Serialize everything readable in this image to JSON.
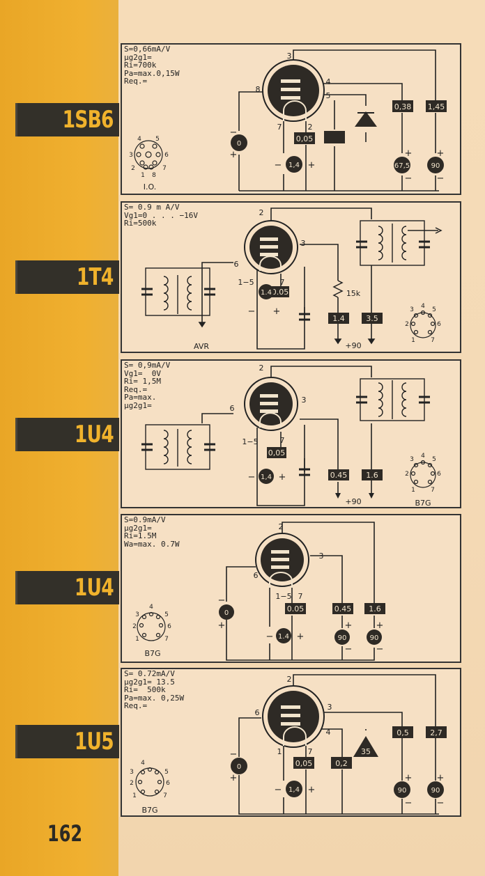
{
  "page_number": "162",
  "tubes": [
    {
      "name": "1SB6",
      "specs": [
        "S=0,66mA/V",
        "μg2g1=",
        "Ri=700k",
        "Pa=max.0,15W",
        "Req.="
      ],
      "pins": {
        "plate": "3",
        "grid2": "4",
        "grid3": "5",
        "grid1": "8",
        "fil_a": "7",
        "fil_b": "2"
      },
      "boxes": [
        "0,05",
        "0,38",
        "1,45"
      ],
      "circles": [
        "0",
        "1,4",
        "67,5",
        "90"
      ],
      "socket_pins": [
        "4",
        "5",
        "3",
        "6",
        "2",
        "7",
        "1",
        "8"
      ],
      "socket_label": "I.O."
    },
    {
      "name": "1T4",
      "specs": [
        "S= 0.9 m A/V",
        "Vg1=0 . . . −16V",
        "Ri=500k"
      ],
      "pins": {
        "plate": "2",
        "grid2": "3",
        "grid1": "6",
        "fil": "1−5",
        "fil_b": "7"
      },
      "boxes": [
        "0.05",
        "1.4",
        "3.5"
      ],
      "circles": [
        "1.4"
      ],
      "labels": {
        "resistor": "15k",
        "avr": "AVR",
        "supply": "+90"
      },
      "socket_pins": [
        "3",
        "4",
        "5",
        "2",
        "6",
        "1",
        "7"
      ]
    },
    {
      "name": "1U4",
      "specs": [
        "S= 0,9mA/V",
        "Vg1=  0V",
        "Ri= 1,5M",
        "Req.=",
        "Pa=max.",
        "μg2g1="
      ],
      "pins": {
        "plate": "2",
        "grid2": "3",
        "grid1": "6",
        "fil": "1−5",
        "fil_b": "7"
      },
      "boxes": [
        "0,05",
        "0.45",
        "1.6"
      ],
      "circles": [
        "1,4"
      ],
      "labels": {
        "supply": "+90"
      },
      "socket_pins": [
        "3",
        "4",
        "5",
        "2",
        "6",
        "1",
        "7"
      ],
      "socket_label": "B7G"
    },
    {
      "name": "1U4",
      "specs": [
        "S=0.9mA/V",
        "μg2g1=",
        "Ri=1.5M",
        "Wa=max. 0.7W"
      ],
      "pins": {
        "plate": "2",
        "grid2": "3",
        "grid1": "6",
        "fil": "1−5",
        "fil_b": "7"
      },
      "boxes": [
        "0.05",
        "0.45",
        "1.6"
      ],
      "circles": [
        "0",
        "1.4",
        "90",
        "90"
      ],
      "socket_pins": [
        "3",
        "4",
        "5",
        "2",
        "6",
        "1",
        "7"
      ],
      "socket_label": "B7G"
    },
    {
      "name": "1U5",
      "specs": [
        "S= 0.72mA/V",
        "μg2g1= 13.5",
        "Ri=  500k",
        "Pa=max. 0,25W",
        "Req.="
      ],
      "pins": {
        "plate": "2",
        "grid2": "3",
        "grid1": "6",
        "diode": "4",
        "fil_a": "1",
        "fil_b": "7"
      },
      "boxes": [
        "0,05",
        "0,2",
        "0,5",
        "2,7"
      ],
      "circles": [
        "0",
        "1,4",
        "90",
        "90"
      ],
      "diode_label": "35",
      "socket_pins": [
        "4",
        "5",
        "3",
        "6",
        "2",
        "7",
        "1"
      ],
      "socket_label": "B7G"
    }
  ]
}
